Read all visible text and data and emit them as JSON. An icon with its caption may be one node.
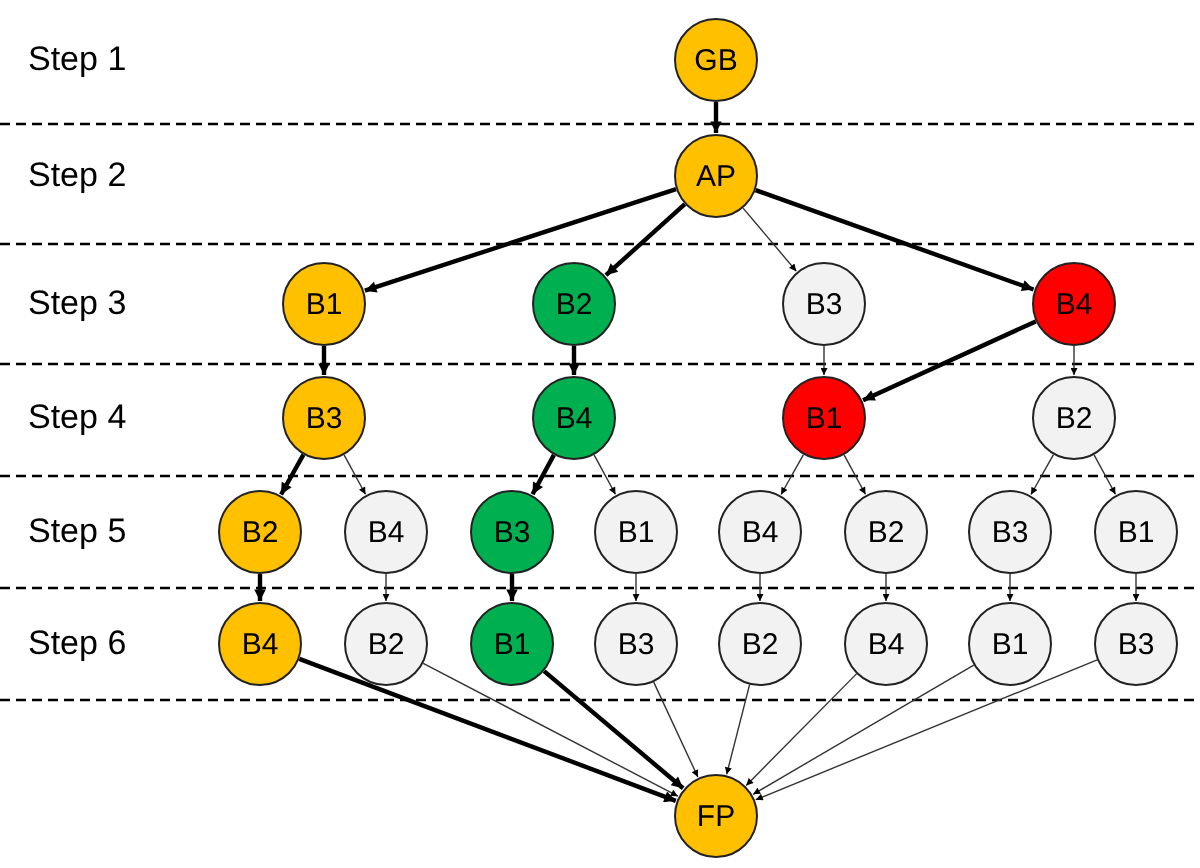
{
  "diagram": {
    "nodes": [
      {
        "text": [
          "GB"
        ]
      },
      {
        "text": [
          "AP"
        ]
      },
      {
        "text": [
          "B1"
        ]
      },
      {
        "text": [
          "B2"
        ]
      },
      {
        "text": [
          "B3"
        ]
      },
      {
        "text": [
          "B4"
        ]
      },
      {
        "text": [
          "B3"
        ]
      },
      {
        "text": [
          "B4"
        ]
      },
      {
        "text": [
          "B1"
        ]
      },
      {
        "text": [
          "B2"
        ]
      },
      {
        "text": [
          "B2"
        ]
      },
      {
        "text": [
          "B4"
        ]
      },
      {
        "text": [
          "B3"
        ]
      },
      {
        "text": [
          "B1"
        ]
      },
      {
        "text": [
          "B4"
        ]
      },
      {
        "text": [
          "B2"
        ]
      },
      {
        "text": [
          "B3"
        ]
      },
      {
        "text": [
          "B1"
        ]
      },
      {
        "text": [
          "B4"
        ]
      },
      {
        "text": [
          "B2"
        ]
      },
      {
        "text": [
          "B1"
        ]
      },
      {
        "text": [
          "B3"
        ]
      },
      {
        "text": [
          "B2"
        ]
      },
      {
        "text": [
          "B4"
        ]
      },
      {
        "text": [
          "B1"
        ]
      },
      {
        "text": [
          "B3"
        ]
      },
      {
        "text": [
          "FP"
        ]
      }
    ],
    "edges": [
      {
        "from": 0,
        "to": 1,
        "arrow": "to",
        "style": "thick"
      },
      {
        "from": 1,
        "to": 2,
        "arrow": "to",
        "style": "thick"
      },
      {
        "from": 1,
        "to": 3,
        "arrow": "to",
        "style": "thick"
      },
      {
        "from": 1,
        "to": 4,
        "arrow": "to"
      },
      {
        "from": 1,
        "to": 5,
        "arrow": "to",
        "style": "thick"
      },
      {
        "from": 2,
        "to": 6,
        "arrow": "to",
        "style": "thick"
      },
      {
        "from": 3,
        "to": 7,
        "arrow": "to",
        "style": "thick"
      },
      {
        "from": 4,
        "to": 8,
        "arrow": "to"
      },
      {
        "from": 5,
        "to": 8,
        "arrow": "to",
        "style": "thick"
      },
      {
        "from": 5,
        "to": 9,
        "arrow": "to"
      },
      {
        "from": 6,
        "to": 10,
        "arrow": "to",
        "style": "thick"
      },
      {
        "from": 6,
        "to": 11,
        "arrow": "to"
      },
      {
        "from": 7,
        "to": 12,
        "arrow": "to",
        "style": "thick"
      },
      {
        "from": 7,
        "to": 13,
        "arrow": "to"
      },
      {
        "from": 8,
        "to": 14,
        "arrow": "to"
      },
      {
        "from": 8,
        "to": 15,
        "arrow": "to"
      },
      {
        "from": 9,
        "to": 16,
        "arrow": "to"
      },
      {
        "from": 9,
        "to": 17,
        "arrow": "to"
      },
      {
        "from": 10,
        "to": 18,
        "arrow": "to",
        "style": "thick"
      },
      {
        "from": 11,
        "to": 19,
        "arrow": "to"
      },
      {
        "from": 12,
        "to": 20,
        "arrow": "to",
        "style": "thick"
      },
      {
        "from": 13,
        "to": 21,
        "arrow": "to"
      },
      {
        "from": 14,
        "to": 22,
        "arrow": "to"
      },
      {
        "from": 15,
        "to": 23,
        "arrow": "to"
      },
      {
        "from": 16,
        "to": 24,
        "arrow": "to"
      },
      {
        "from": 17,
        "to": 25,
        "arrow": "to"
      },
      {
        "from": 18,
        "to": 26,
        "arrow": "to",
        "style": "thick"
      },
      {
        "from": 19,
        "to": 26,
        "arrow": "to"
      },
      {
        "from": 20,
        "to": 26,
        "arrow": "to",
        "style": "thick"
      },
      {
        "from": 21,
        "to": 26,
        "arrow": "to"
      },
      {
        "from": 22,
        "to": 26,
        "arrow": "to"
      },
      {
        "from": 23,
        "to": 26,
        "arrow": "to"
      },
      {
        "from": 24,
        "to": 26,
        "arrow": "to"
      },
      {
        "from": 25,
        "to": 26,
        "arrow": "to"
      }
    ],
    "labels": [
      "Step 1",
      "Step 2",
      "Step 3",
      "Step 4",
      "Step 5",
      "Step 6"
    ]
  }
}
